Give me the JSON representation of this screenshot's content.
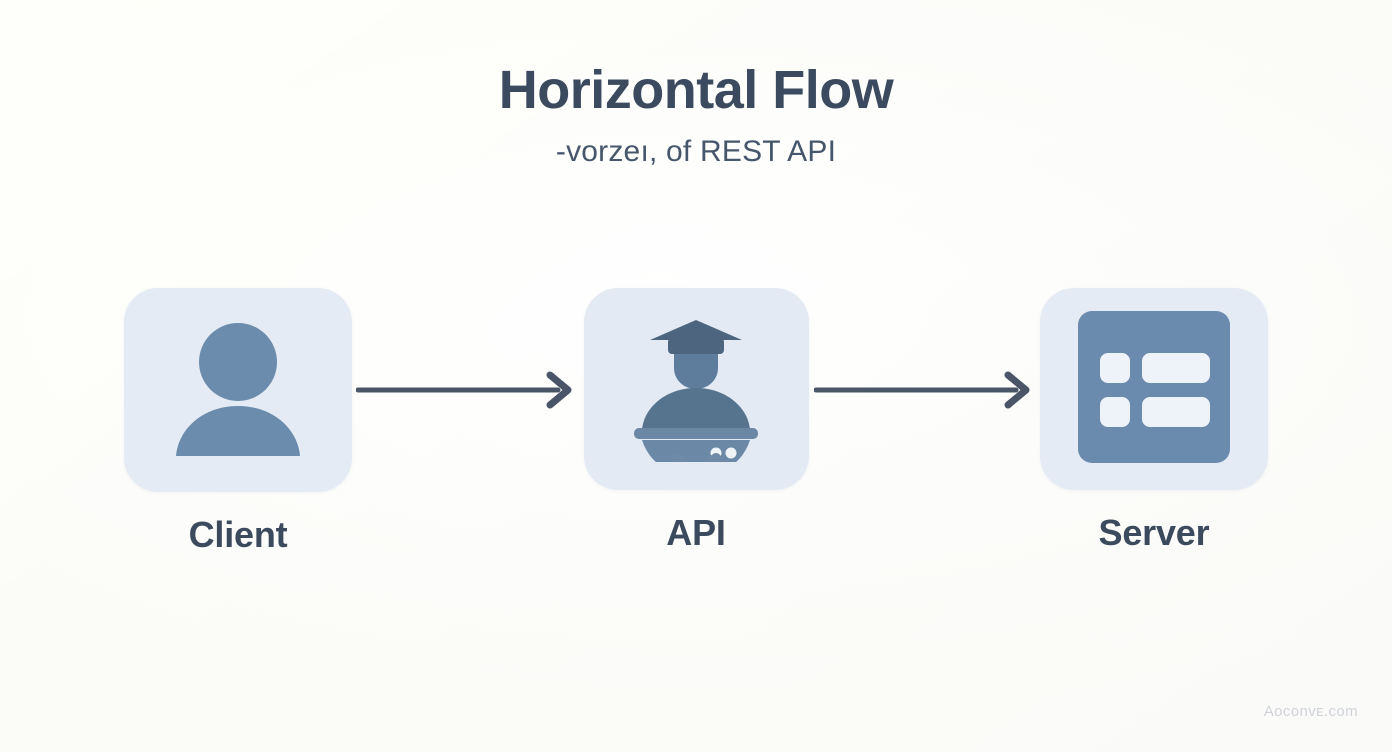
{
  "page": {
    "background_color": "#fdfdfc",
    "title": "Horizontal Flow",
    "subtitle": "-vorzeı, of REST API",
    "title_color": "#3b4a5f",
    "subtitle_color": "#46566b"
  },
  "diagram": {
    "type": "horizontal-flow",
    "card_fill": "#e4ebf4",
    "icon_color": "#6b8cad",
    "arrow_color": "#4a5668",
    "label_color": "#3c4a5e",
    "nodes": [
      {
        "id": "client",
        "label": "Client",
        "icon": "user-icon"
      },
      {
        "id": "api",
        "label": "API",
        "icon": "chef-dome-icon"
      },
      {
        "id": "server",
        "label": "Server",
        "icon": "server-rack-icon"
      }
    ],
    "connectors": [
      {
        "from": "client",
        "to": "api",
        "icon": "arrow-right-icon"
      },
      {
        "from": "api",
        "to": "server",
        "icon": "arrow-right-icon"
      }
    ]
  },
  "watermark": {
    "text": "Aoconvᴇ.com",
    "color": "#cfd3d9"
  }
}
